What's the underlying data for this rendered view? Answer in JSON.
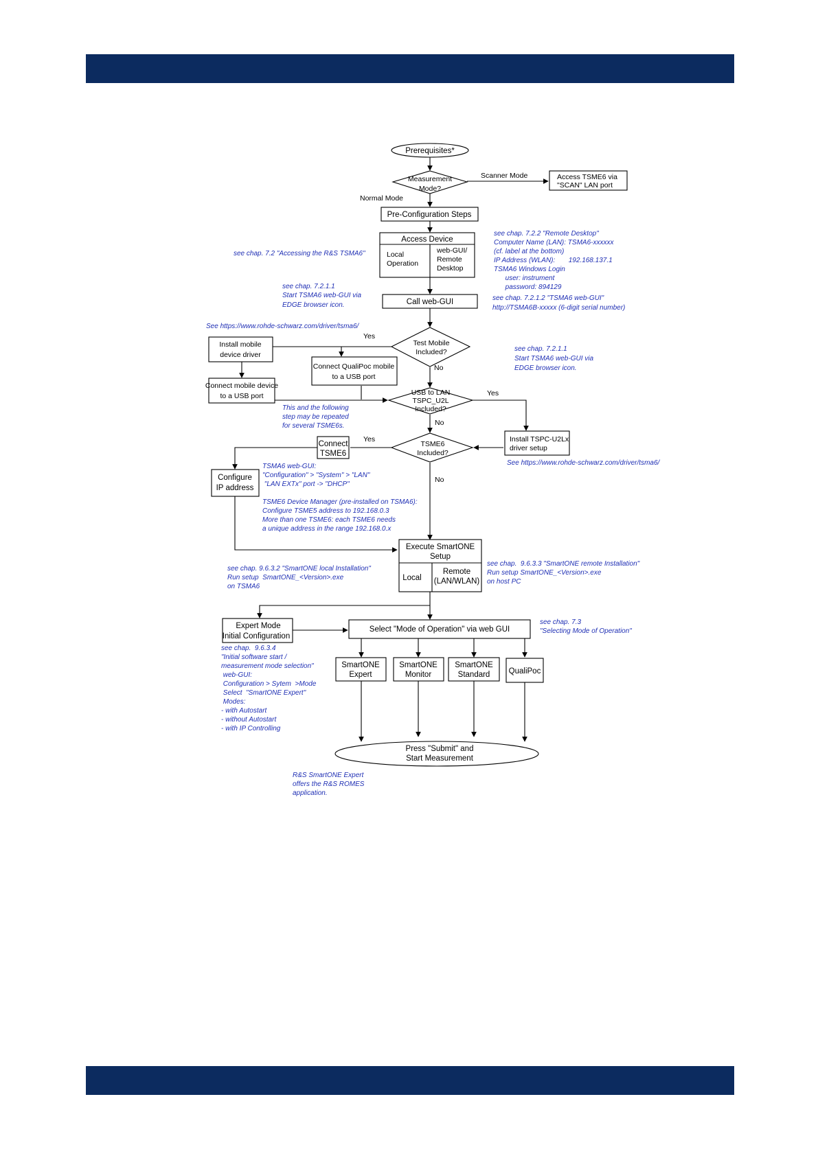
{
  "header_band_color": "#0c2b5f",
  "annotation_color": "#1f2fb4",
  "nodes": {
    "prerequisites": "Prerequisites*",
    "measurement_mode": [
      "Measurement",
      "Mode?"
    ],
    "access_tsme6": [
      "Access TSME6 via",
      "\"SCAN\" LAN port"
    ],
    "pre_config": "Pre-Configuration Steps",
    "access_device": "Access Device",
    "local_operation": [
      "Local",
      "Operation"
    ],
    "web_gui_remote": [
      "web-GUI/",
      "Remote",
      "Desktop"
    ],
    "call_web_gui": "Call web-GUI",
    "test_mobile": [
      "Test Mobile",
      "Included?"
    ],
    "install_driver": [
      "Install mobile",
      "device  driver"
    ],
    "connect_qualipoc": [
      "Connect QualiPoc mobile",
      "to a USB port"
    ],
    "connect_mobile_usb": [
      "Connect mobile device",
      "to a USB port"
    ],
    "usb_to_lan": [
      "USB to LAN",
      "TSPC_U2L",
      "Included?"
    ],
    "install_tspc": [
      "Install TSPC-U2Lx",
      "driver setup"
    ],
    "tsme6_included": [
      "TSME6",
      "Included?"
    ],
    "connect_tsme6": [
      "Connect",
      "TSME6"
    ],
    "configure_ip": [
      "Configure",
      "IP address"
    ],
    "execute_setup": [
      "Execute SmartONE",
      "Setup"
    ],
    "setup_local": "Local",
    "setup_remote": [
      "Remote",
      "(LAN/WLAN)"
    ],
    "expert_mode": [
      "Expert Mode",
      "Initial Configuration"
    ],
    "select_mode": "Select \"Mode of Operation\" via web GUI",
    "smartone_expert": [
      "SmartONE",
      "Expert"
    ],
    "smartone_monitor": [
      "SmartONE",
      "Monitor"
    ],
    "smartone_standard": [
      "SmartONE",
      "Standard"
    ],
    "qualipoc": "QualiPoc",
    "submit": [
      "Press \"Submit\" and",
      "Start Measurement"
    ]
  },
  "edge_labels": {
    "scanner_mode": "Scanner Mode",
    "normal_mode": "Normal Mode",
    "yes_test_mobile": "Yes",
    "no_test_mobile": "No",
    "yes_usb_lan": "Yes",
    "no_usb_lan": "No",
    "yes_tsme6": "Yes",
    "no_tsme6": "No"
  },
  "annotations": {
    "accessing": [
      "see chap. 7.2 \"Accessing the R&S TSMA6\""
    ],
    "remote_desktop": [
      "see chap. 7.2.2 \"Remote Desktop\"",
      "Computer Name (LAN): TSMA6-xxxxxx",
      "(cf. label at the bottom)",
      "IP Address (WLAN):       192.168.137.1",
      "TSMA6 Windows Login",
      "      user: instrument",
      "      password: 894129"
    ],
    "start_web_gui_1": [
      "see chap. 7.2.1.1",
      "Start TSMA6 web-GUI via",
      "EDGE browser icon."
    ],
    "tsma6_web_gui": [
      "see chap. 7.2.1.2 \"TSMA6 web-GUI\"",
      "http://TSMA6B-xxxxx (6-digit serial number)"
    ],
    "driver_link_1": [
      "See https://www.rohde-schwarz.com/driver/tsma6/"
    ],
    "start_web_gui_2": [
      "see chap. 7.2.1.1",
      "Start TSMA6 web-GUI via",
      "EDGE browser icon."
    ],
    "repeat_note": [
      "This and the following",
      "step may be repeated",
      "for several TSME6s."
    ],
    "driver_link_2": [
      "See https://www.rohde-schwarz.com/driver/tsma6/"
    ],
    "web_gui_lan": [
      "TSMA6 web-GUI:",
      "\"Configuration\" > \"System\" > \"LAN\"",
      " \"LAN EXTx\" port -> \"DHCP\""
    ],
    "device_manager": [
      "TSME6 Device Manager (pre-installed on TSMA6):",
      "Configure TSME5 address to 192.168.0.3",
      "More than one TSME6: each TSME6 needs",
      "a unique address in the range 192.168.0.x"
    ],
    "local_install": [
      "see chap. 9.6.3.2 \"SmartONE local Installation\"",
      "Run setup  SmartONE_<Version>.exe",
      "on TSMA6"
    ],
    "remote_install": [
      "see chap.  9.6.3.3 \"SmartONE remote Installation\"",
      "Run setup SmartONE_<Version>.exe",
      "on host PC"
    ],
    "selecting_mode": [
      "see chap. 7.3",
      "\"Selecting Mode of Operation\""
    ],
    "initial_software": [
      "see chap.  9.6.3.4",
      "\"Initial software start /",
      "measurement mode selection\"",
      " web-GUI:",
      " Configuration > Sytem  >Mode",
      " Select  \"SmartONE Expert\"",
      " Modes:",
      "- with Autostart",
      "- without Autostart",
      "- with IP Controlling"
    ],
    "romes": [
      "R&S SmartONE Expert",
      "offers the R&S ROMES",
      "application."
    ]
  }
}
